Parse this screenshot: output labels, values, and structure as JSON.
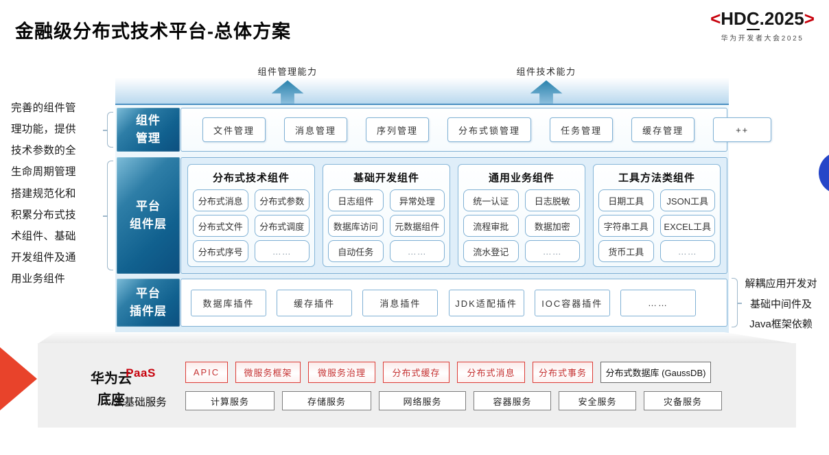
{
  "header": {
    "title": "金融级分布式技术平台-总体方案",
    "logo": {
      "open": "<",
      "hd": "HD",
      "c": "C",
      "rest": ".2025",
      "close": ">",
      "subtitle": "华为开发者大会2025"
    }
  },
  "arrows": {
    "left": "组件管理能力",
    "right": "组件技术能力"
  },
  "side_notes": {
    "left_top": "完善的组件管理功能，提供技术参数的全生命周期管理",
    "left_bottom": "搭建规范化和积累分布式技术组件、基础开发组件及通用业务组件",
    "right": "解耦应用开发对基础中间件及Java框架依赖"
  },
  "component_mgmt": {
    "label_lines": [
      "组件",
      "管理"
    ],
    "items": [
      "文件管理",
      "消息管理",
      "序列管理",
      "分布式锁管理",
      "任务管理",
      "缓存管理",
      "++"
    ]
  },
  "platform_components": {
    "label_lines": [
      "平台",
      "组件层"
    ],
    "groups": [
      {
        "title": "分布式技术组件",
        "items": [
          "分布式消息",
          "分布式参数",
          "分布式文件",
          "分布式调度",
          "分布式序号",
          "……"
        ]
      },
      {
        "title": "基础开发组件",
        "items": [
          "日志组件",
          "异常处理",
          "数据库访问",
          "元数据组件",
          "自动任务",
          "……"
        ]
      },
      {
        "title": "通用业务组件",
        "items": [
          "统一认证",
          "日志脱敏",
          "流程审批",
          "数据加密",
          "流水登记",
          "……"
        ]
      },
      {
        "title": "工具方法类组件",
        "items": [
          "日期工具",
          "JSON工具",
          "字符串工具",
          "EXCEL工具",
          "货币工具",
          "……"
        ]
      }
    ]
  },
  "platform_plugins": {
    "label_lines": [
      "平台",
      "插件层"
    ],
    "items": [
      "数据库插件",
      "缓存插件",
      "消息插件",
      "JDK适配插件",
      "IOC容器插件",
      "……"
    ]
  },
  "foundation": {
    "label_lines": [
      "华为云",
      "底座"
    ],
    "paas": {
      "label": "PaaS",
      "items": [
        "APIC",
        "微服务框架",
        "微服务治理",
        "分布式缓存",
        "分布式消息",
        "分布式事务"
      ],
      "db_item": "分布式数据库 (GaussDB)"
    },
    "cloud": {
      "label": "云基础服务",
      "items": [
        "计算服务",
        "存储服务",
        "网络服务",
        "容器服务",
        "安全服务",
        "灾备服务"
      ]
    }
  },
  "colors": {
    "brand_red": "#c7000b",
    "chip_red_border": "#dd3b35",
    "arrow_teal": "#1e7ba7",
    "deep_blue": "#0c4f7f",
    "circle_blue": "#2646c8",
    "red_arrow": "#e8432b"
  }
}
